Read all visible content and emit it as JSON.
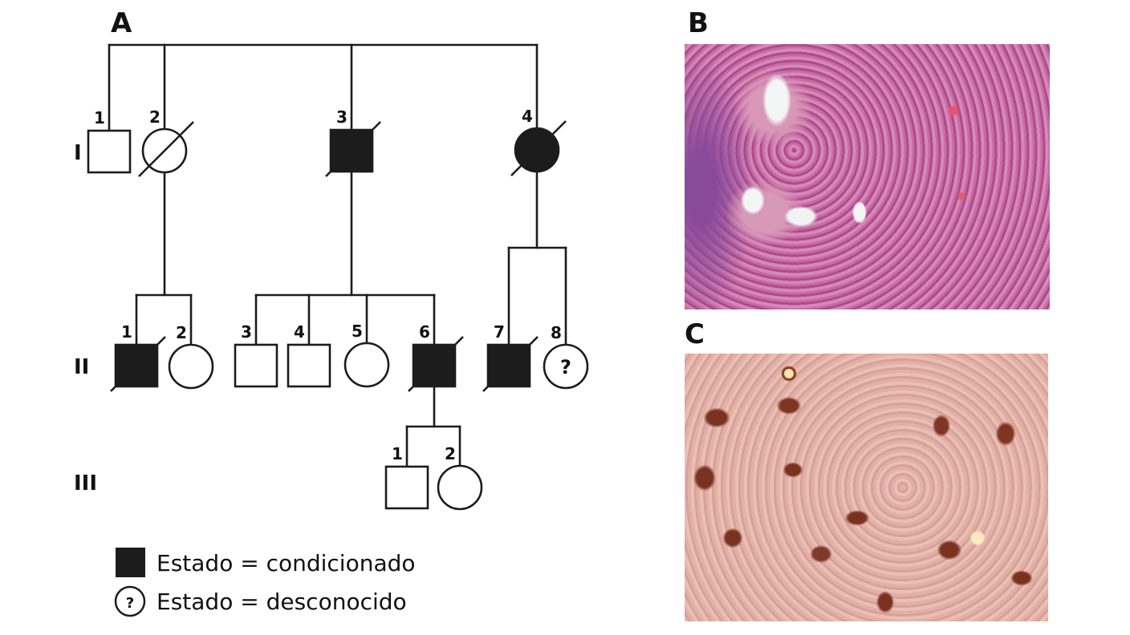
{
  "figure": {
    "panels": [
      {
        "id": "A",
        "label": "A",
        "type": "pedigree"
      },
      {
        "id": "B",
        "label": "B",
        "type": "histology-micrograph",
        "stain": "H&E (pink/purple)"
      },
      {
        "id": "C",
        "label": "C",
        "type": "histology-micrograph",
        "stain": "immunohistochemistry (brown on pink)"
      }
    ]
  },
  "pedigree": {
    "generations": [
      {
        "id": "I",
        "label": "I"
      },
      {
        "id": "II",
        "label": "II"
      },
      {
        "id": "III",
        "label": "III"
      }
    ],
    "individuals": [
      {
        "id": "I-1",
        "gen": "I",
        "number": "1",
        "sex": "male",
        "affected": false,
        "deceased": false,
        "unknown": false
      },
      {
        "id": "I-2",
        "gen": "I",
        "number": "2",
        "sex": "female",
        "affected": false,
        "deceased": true,
        "unknown": false
      },
      {
        "id": "I-3",
        "gen": "I",
        "number": "3",
        "sex": "male",
        "affected": true,
        "deceased": true,
        "unknown": false
      },
      {
        "id": "I-4",
        "gen": "I",
        "number": "4",
        "sex": "female",
        "affected": true,
        "deceased": true,
        "unknown": false
      },
      {
        "id": "II-1",
        "gen": "II",
        "number": "1",
        "sex": "male",
        "affected": true,
        "deceased": true,
        "unknown": false
      },
      {
        "id": "II-2",
        "gen": "II",
        "number": "2",
        "sex": "female",
        "affected": false,
        "deceased": false,
        "unknown": false
      },
      {
        "id": "II-3",
        "gen": "II",
        "number": "3",
        "sex": "male",
        "affected": false,
        "deceased": false,
        "unknown": false
      },
      {
        "id": "II-4",
        "gen": "II",
        "number": "4",
        "sex": "male",
        "affected": false,
        "deceased": false,
        "unknown": false
      },
      {
        "id": "II-5",
        "gen": "II",
        "number": "5",
        "sex": "female",
        "affected": false,
        "deceased": false,
        "unknown": false
      },
      {
        "id": "II-6",
        "gen": "II",
        "number": "6",
        "sex": "male",
        "affected": true,
        "deceased": true,
        "unknown": false
      },
      {
        "id": "II-7",
        "gen": "II",
        "number": "7",
        "sex": "male",
        "affected": true,
        "deceased": true,
        "unknown": false
      },
      {
        "id": "II-8",
        "gen": "II",
        "number": "8",
        "sex": "female",
        "affected": false,
        "deceased": false,
        "unknown": true
      },
      {
        "id": "III-1",
        "gen": "III",
        "number": "1",
        "sex": "male",
        "affected": false,
        "deceased": false,
        "unknown": false
      },
      {
        "id": "III-2",
        "gen": "III",
        "number": "2",
        "sex": "female",
        "affected": false,
        "deceased": false,
        "unknown": false
      }
    ],
    "sibships": [
      {
        "parents": [
          "I-1",
          "I-2",
          "I-3",
          "I-4"
        ],
        "children": []
      },
      {
        "parent": "I-2",
        "children": [
          "II-1",
          "II-2"
        ]
      },
      {
        "parent": "I-3",
        "children": [
          "II-3",
          "II-4",
          "II-5",
          "II-6"
        ]
      },
      {
        "parent": "I-4",
        "children": [
          "II-7",
          "II-8"
        ]
      },
      {
        "parent": "II-6",
        "children": [
          "III-1",
          "III-2"
        ]
      }
    ],
    "unknown_mark": "?",
    "legend": [
      {
        "symbol": "filled-square",
        "text": "Estado = condicionado"
      },
      {
        "symbol": "question-circle",
        "text": "Estado = desconocido",
        "mark": "?"
      }
    ]
  },
  "colors": {
    "ink": "#1c1c1c",
    "background": "#ffffff"
  }
}
